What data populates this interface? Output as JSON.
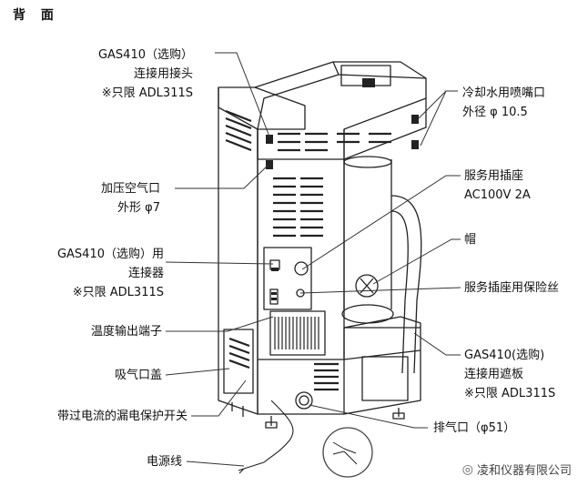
{
  "title": "背 面",
  "labels_left": {
    "gas410_joint": [
      "GAS410（选购）",
      "连接用接头",
      "※只限 ADL311S"
    ],
    "pressure_air": [
      "加压空气口",
      "外形 φ7"
    ],
    "gas410_connector": [
      "GAS410（选购）用",
      "连接器",
      "※只限 ADL311S"
    ],
    "temp_terminal": "温度输出端子",
    "intake_cover": "吸气口盖",
    "breaker": "带过电流的漏电保护开关",
    "power_cord": "电源线"
  },
  "labels_right": {
    "cooling_nozzle": [
      "冷却水用喷嘴口",
      "外径 φ 10.5"
    ],
    "service_outlet": [
      "服务用插座",
      "AC100V 2A"
    ],
    "cap": "帽",
    "outlet_fuse": "服务插座用保险丝",
    "gas410_plate": [
      "GAS410(选购)",
      "连接用遮板",
      "※只限 ADL311S"
    ],
    "exhaust": "排气口（φ51）"
  },
  "watermark": "凌和仪器有限公司",
  "icons": {
    "watermark": "wechat-icon"
  }
}
